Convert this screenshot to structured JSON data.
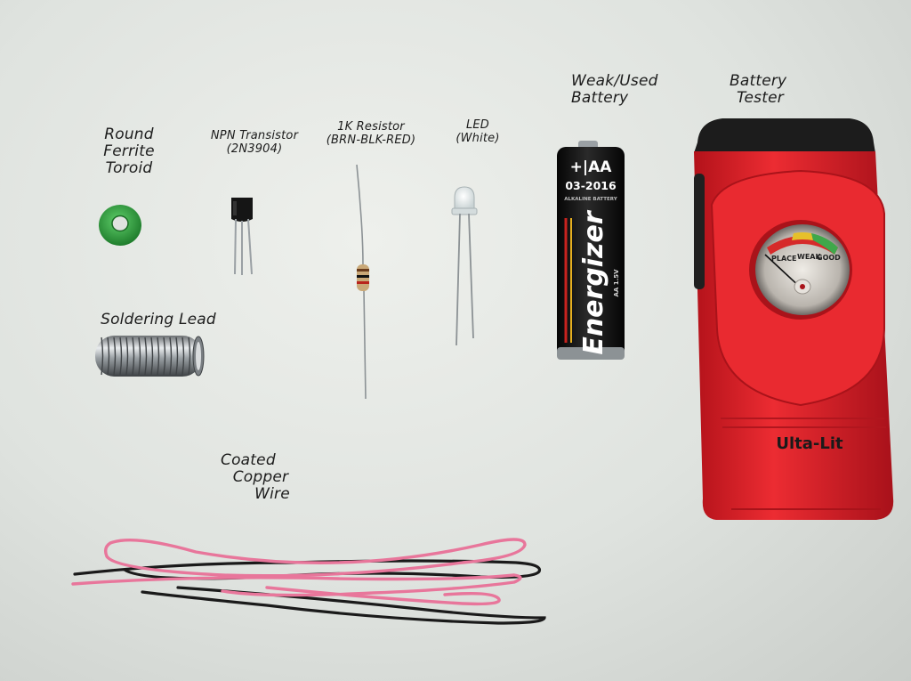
{
  "labels": {
    "toroid": [
      "Round",
      "Ferrite",
      "Toroid"
    ],
    "transistor": [
      "NPN Transistor",
      "(2N3904)"
    ],
    "resistor": [
      "1K Resistor",
      "(BRN-BLK-RED)"
    ],
    "led": [
      "LED",
      "(White)"
    ],
    "battery": [
      "Weak/Used",
      "Battery"
    ],
    "tester": [
      "Battery",
      "Tester"
    ],
    "solder": [
      "Soldering Lead"
    ],
    "wire": [
      "Coated",
      "Copper",
      "Wire"
    ]
  },
  "battery": {
    "size_text": "+|AA",
    "date_text": "03-2016",
    "small_text": "ALKALINE BATTERY",
    "brand": "Energizer",
    "volt_text": "AA 1.5V"
  },
  "tester": {
    "brand": "Ulta-Lit",
    "scale": [
      "PLACE",
      "WEAK",
      "GOOD"
    ]
  },
  "colors": {
    "tester_red": "#e0242b",
    "toroid_green": "#2e9a3c",
    "battery_black": "#141414",
    "wire_pink": "#e8769b",
    "wire_black": "#1a1a1a"
  }
}
